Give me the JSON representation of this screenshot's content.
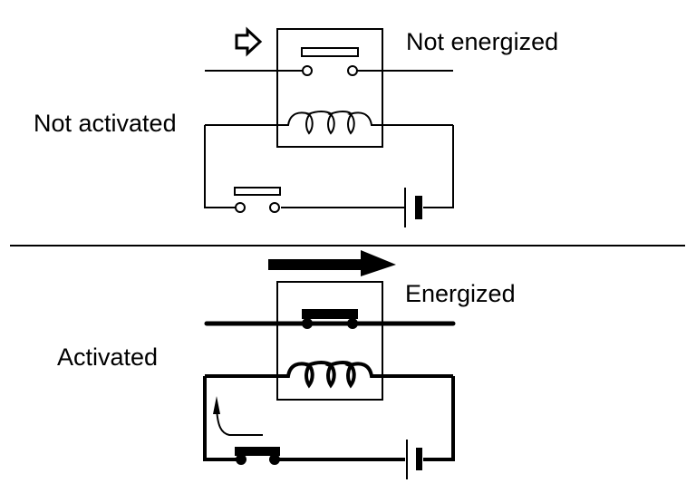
{
  "top_panel": {
    "relay_state_label": "Not energized",
    "switch_state_label": "Not activated",
    "arrow_style": "outline"
  },
  "bottom_panel": {
    "relay_state_label": "Energized",
    "switch_state_label": "Activated",
    "arrow_style": "solid"
  },
  "colors": {
    "line": "#000000",
    "background": "#ffffff"
  }
}
